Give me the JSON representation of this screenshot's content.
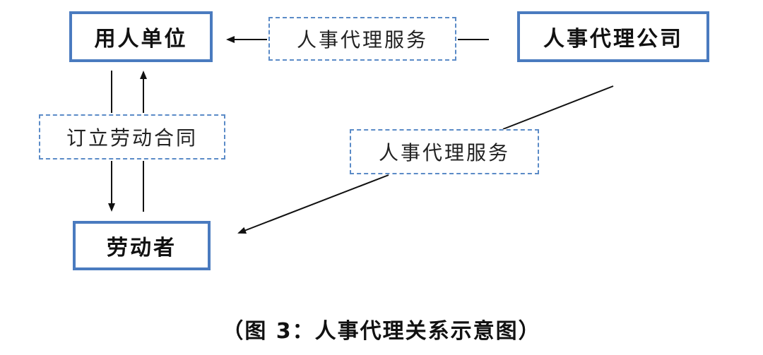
{
  "nodes": {
    "employer": "用人单位",
    "agency": "人事代理公司",
    "worker": "劳动者"
  },
  "labels": {
    "service_top": "人事代理服务",
    "contract": "订立劳动合同",
    "service_bottom": "人事代理服务"
  },
  "caption": "（图 3：人事代理关系示意图）",
  "colors": {
    "node_border": "#4a7bbf",
    "label_border": "#5b8bc7",
    "arrow": "#111111"
  }
}
